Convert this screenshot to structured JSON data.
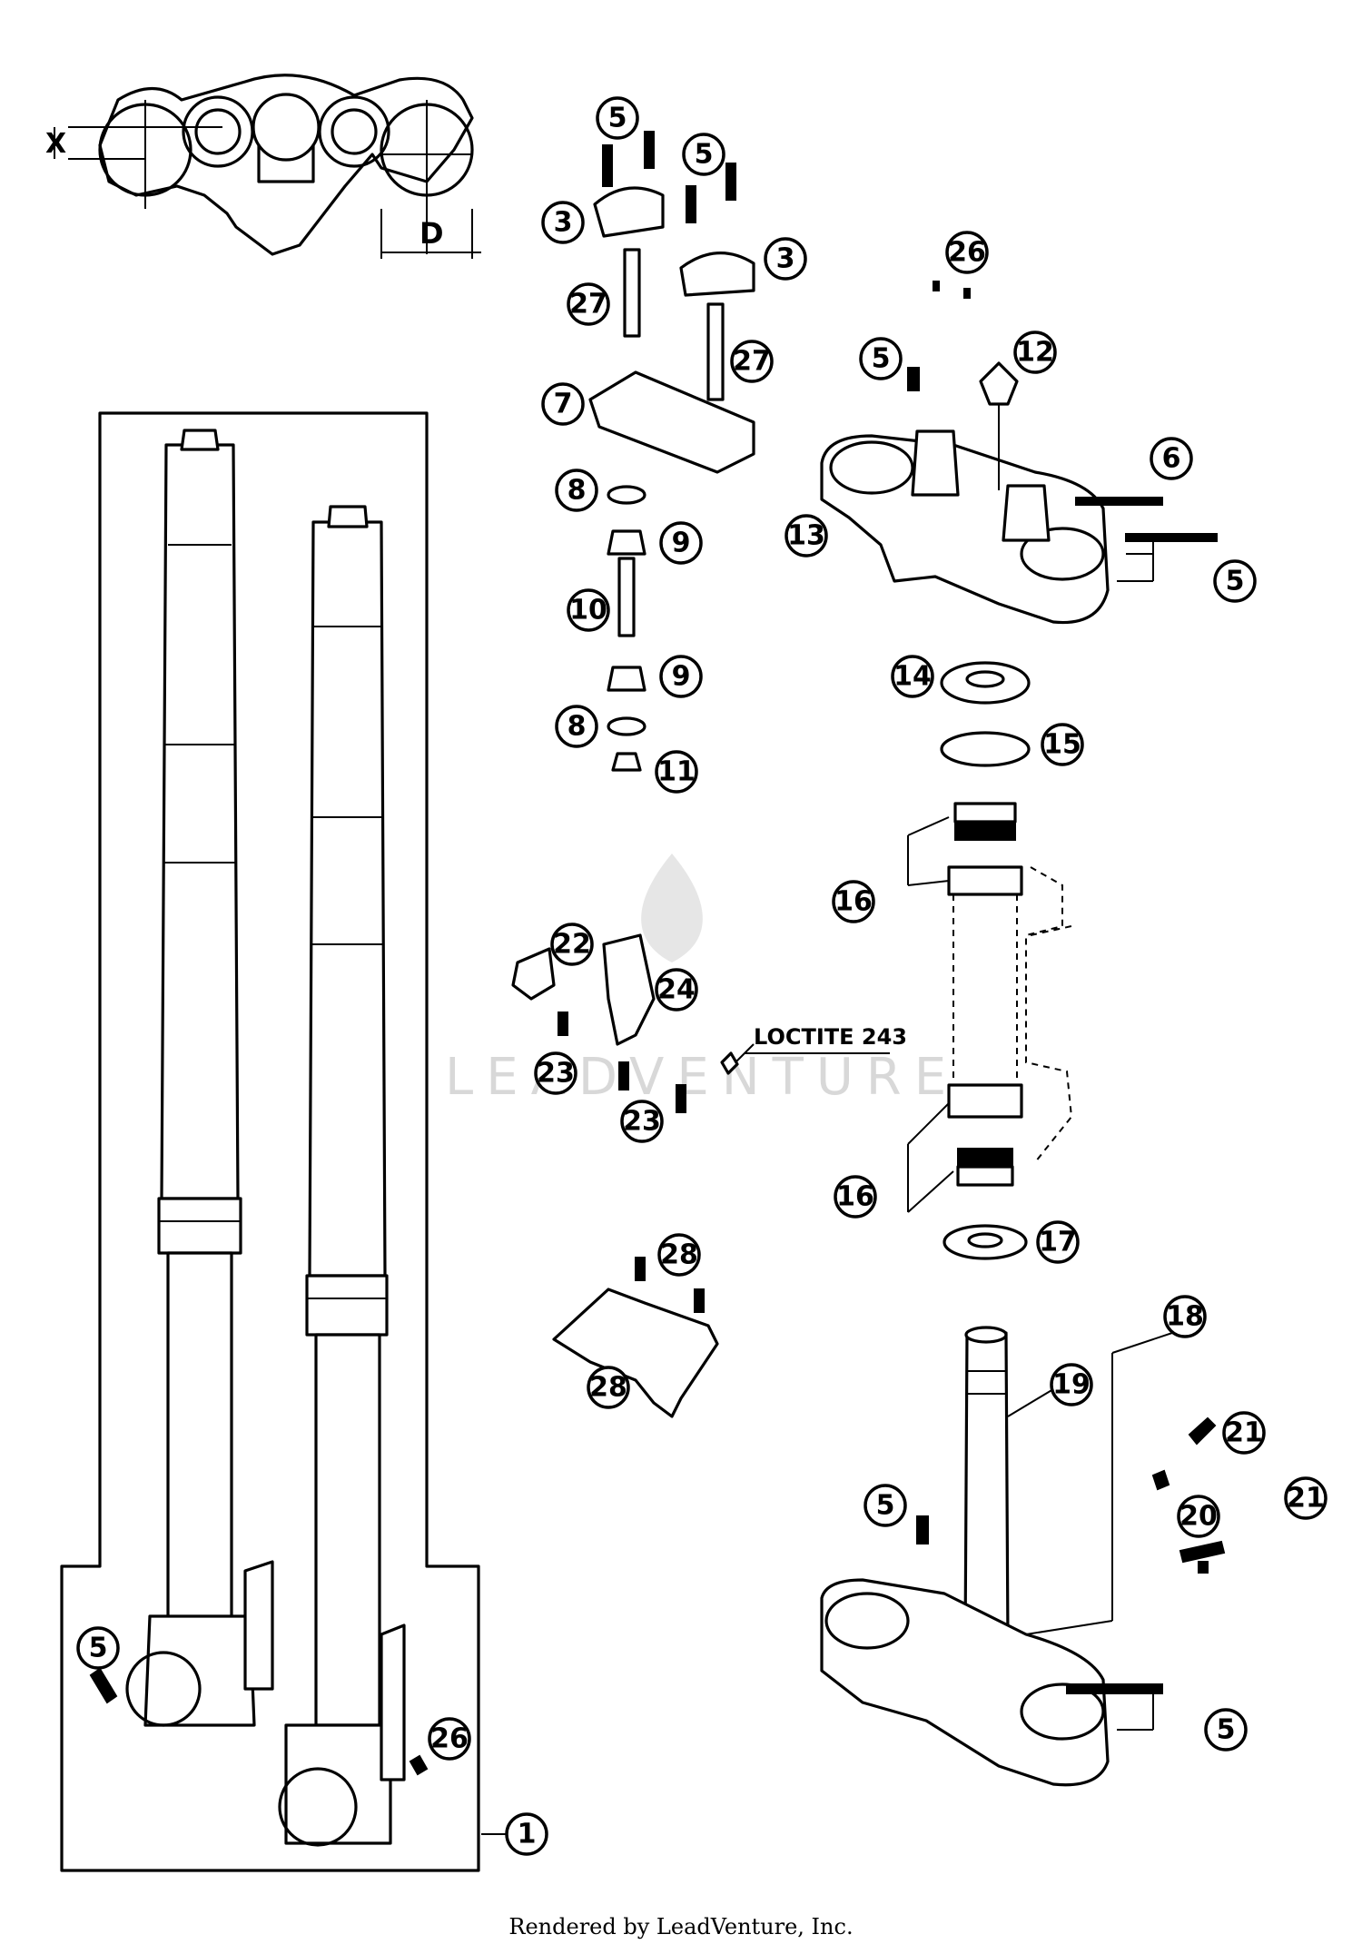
{
  "dimension_labels": {
    "x_label": "X",
    "d_label": "D"
  },
  "annotation": {
    "loctite": "LOCTITE 243"
  },
  "callouts": {
    "c1": "1",
    "c3a": "3",
    "c3b": "3",
    "c5a": "5",
    "c5b": "5",
    "c5c": "5",
    "c5d": "5",
    "c5e": "5",
    "c5f": "5",
    "c5g": "5",
    "c6": "6",
    "c7": "7",
    "c8a": "8",
    "c8b": "8",
    "c9a": "9",
    "c9b": "9",
    "c10": "10",
    "c11": "11",
    "c12": "12",
    "c13": "13",
    "c14": "14",
    "c15": "15",
    "c16a": "16",
    "c16b": "16",
    "c17": "17",
    "c18": "18",
    "c19": "19",
    "c20": "20",
    "c21a": "21",
    "c21b": "21",
    "c22": "22",
    "c23a": "23",
    "c23b": "23",
    "c24": "24",
    "c26a": "26",
    "c26b": "26",
    "c27a": "27",
    "c27b": "27",
    "c28a": "28",
    "c28b": "28"
  },
  "watermark": "LEADVENTURE",
  "footer": "Rendered by LeadVenture, Inc."
}
